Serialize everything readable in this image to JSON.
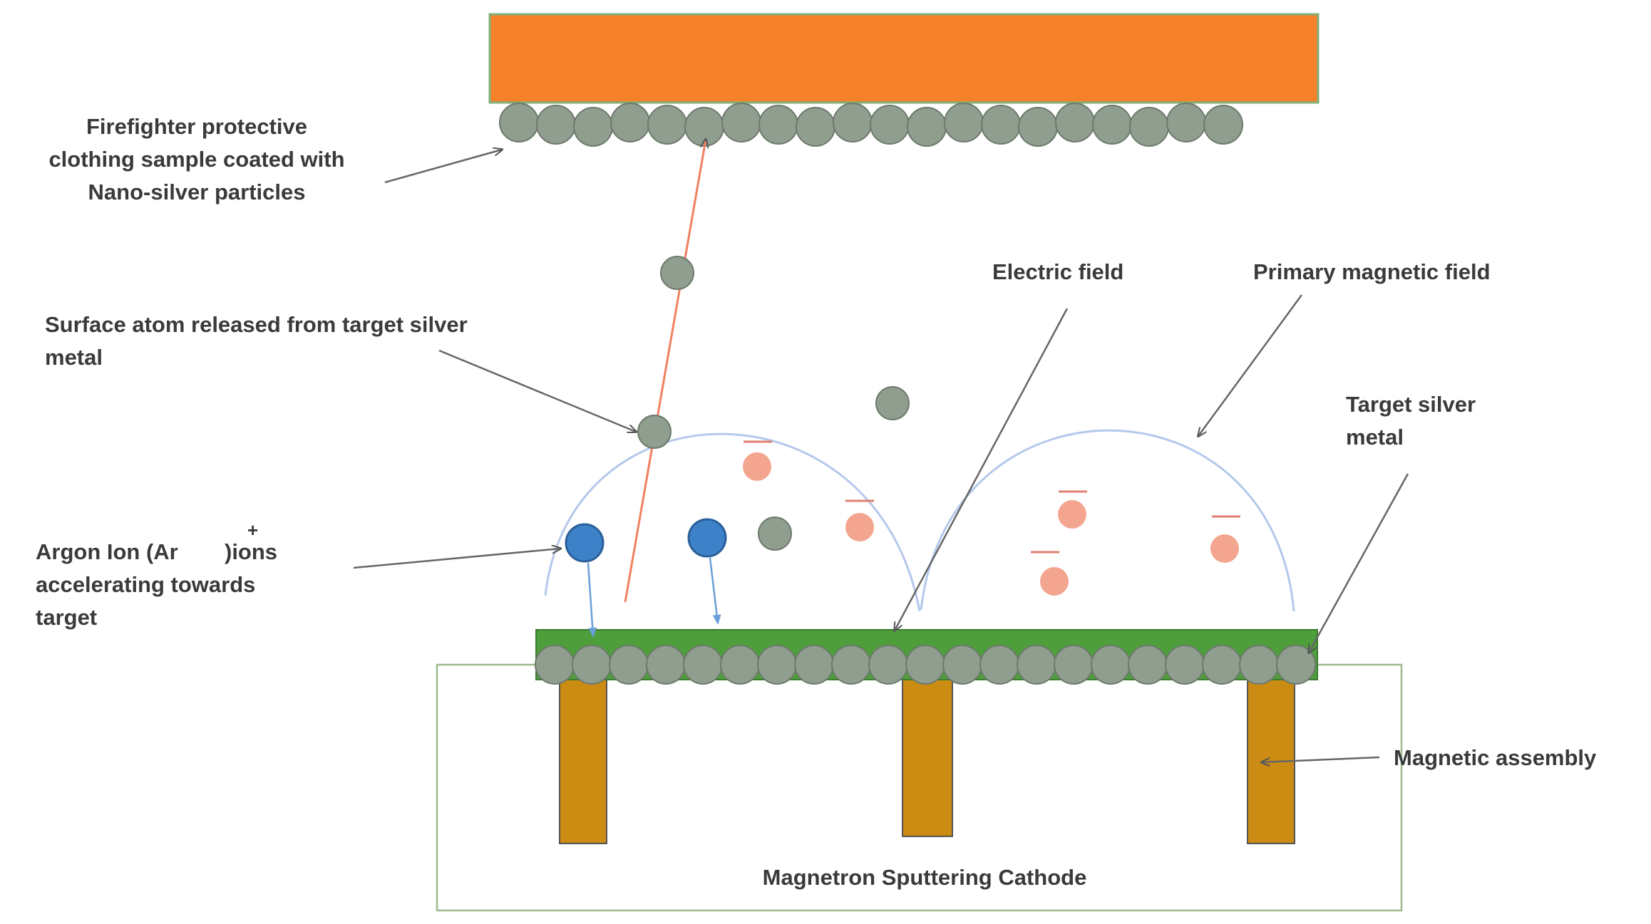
{
  "labels": {
    "clothing_line1": "Firefighter protective",
    "clothing_line2": "clothing sample coated with",
    "clothing_line3": "Nano-silver particles",
    "surface_atom_line1": "Surface atom released from target silver",
    "surface_atom_line2": "metal",
    "argon_line1_a": "Argon Ion (Ar",
    "argon_line1_b": ")ions",
    "argon_plus": "+",
    "argon_line2": "accelerating towards",
    "argon_line3": "target",
    "electric_field": "Electric field",
    "primary_magnetic_field": "Primary magnetic field",
    "target_line1": "Target silver",
    "target_line2": "metal",
    "magnetic_assembly": "Magnetic assembly",
    "cathode": "Magnetron Sputtering Cathode"
  },
  "colors": {
    "substrate": "#f5822a",
    "silver_particle": "#8f9e8e",
    "target_plate": "#4e9e3c",
    "magnet": "#cc8b12",
    "argon_ion": "#3d82c8",
    "electron": "#f4a58f",
    "field_arc": "#b5c8ec",
    "trajectory": "#f08060"
  }
}
